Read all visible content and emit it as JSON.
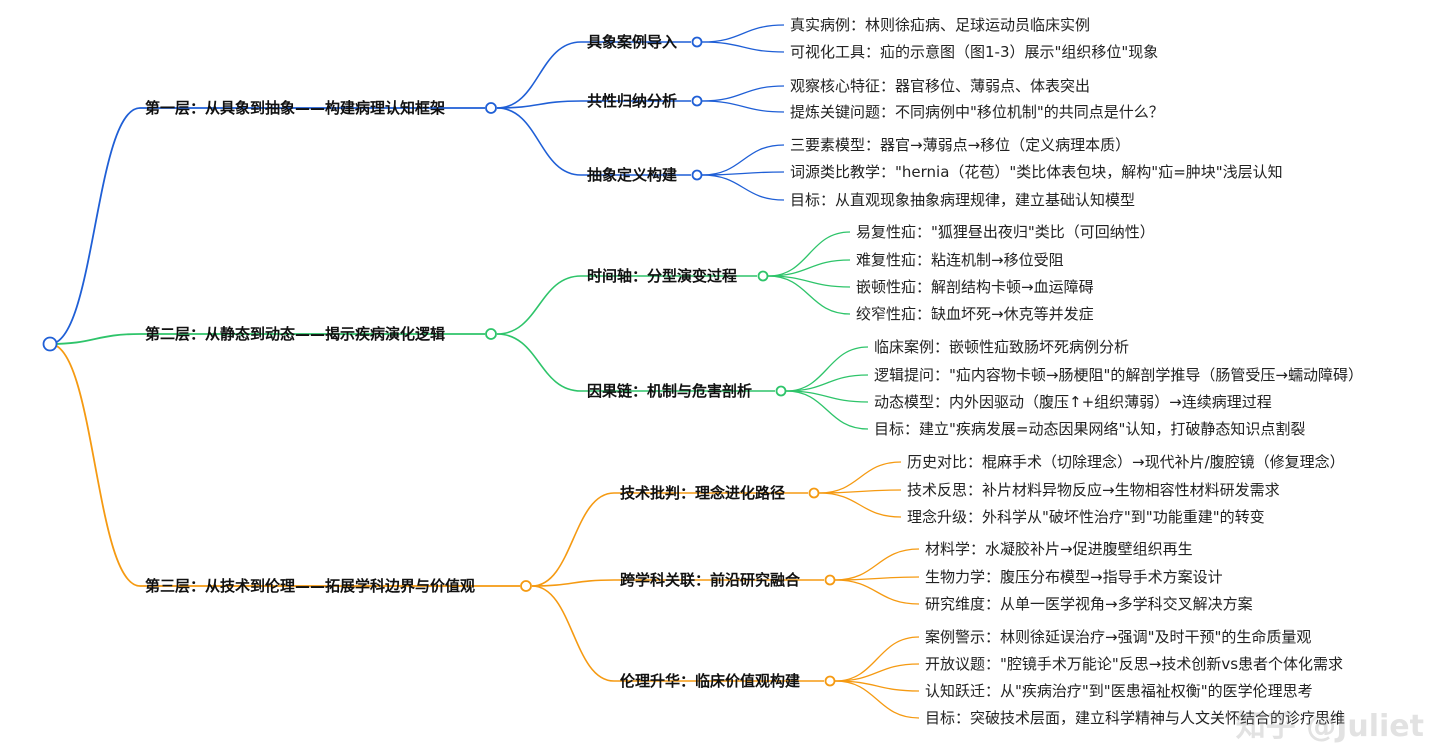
{
  "colors": {
    "l1": "#1f5fd6",
    "l2": "#2ec46a",
    "l3": "#f59a12"
  },
  "layers": [
    {
      "label": "第一层：从具象到抽象——构建病理认知框架",
      "branches": [
        {
          "label": "具象案例导入",
          "leaves": [
            "真实病例：林则徐疝病、足球运动员临床实例",
            "可视化工具：疝的示意图（图1-3）展示\"组织移位\"现象"
          ]
        },
        {
          "label": "共性归纳分析",
          "leaves": [
            "观察核心特征：器官移位、薄弱点、体表突出",
            "提炼关键问题：不同病例中\"移位机制\"的共同点是什么？"
          ]
        },
        {
          "label": "抽象定义构建",
          "leaves": [
            "三要素模型：器官→薄弱点→移位（定义病理本质）",
            "词源类比教学：\"hernia（花苞）\"类比体表包块，解构\"疝=肿块\"浅层认知",
            "目标：从直观现象抽象病理规律，建立基础认知模型"
          ]
        }
      ]
    },
    {
      "label": "第二层：从静态到动态——揭示疾病演化逻辑",
      "branches": [
        {
          "label": "时间轴：分型演变过程",
          "leaves": [
            "易复性疝：\"狐狸昼出夜归\"类比（可回纳性）",
            "难复性疝：粘连机制→移位受阻",
            "嵌顿性疝：解剖结构卡顿→血运障碍",
            "绞窄性疝：缺血坏死→休克等并发症"
          ]
        },
        {
          "label": "因果链：机制与危害剖析",
          "leaves": [
            "临床案例：嵌顿性疝致肠坏死病例分析",
            "逻辑提问：\"疝内容物卡顿→肠梗阻\"的解剖学推导（肠管受压→蠕动障碍）",
            "动态模型：内外因驱动（腹压↑+组织薄弱）→连续病理过程",
            "目标：建立\"疾病发展=动态因果网络\"认知，打破静态知识点割裂"
          ]
        }
      ]
    },
    {
      "label": "第三层：从技术到伦理——拓展学科边界与价值观",
      "branches": [
        {
          "label": "技术批判：理念进化路径",
          "leaves": [
            "历史对比：棍麻手术（切除理念）→现代补片/腹腔镜（修复理念）",
            "技术反思：补片材料异物反应→生物相容性材料研发需求",
            "理念升级：外科学从\"破坏性治疗\"到\"功能重建\"的转变"
          ]
        },
        {
          "label": "跨学科关联：前沿研究融合",
          "leaves": [
            "材料学：水凝胶补片→促进腹壁组织再生",
            "生物力学：腹压分布模型→指导手术方案设计",
            "研究维度：从单一医学视角→多学科交叉解决方案"
          ]
        },
        {
          "label": "伦理升华：临床价值观构建",
          "leaves": [
            "案例警示：林则徐延误治疗→强调\"及时干预\"的生命质量观",
            "开放议题：\"腔镜手术万能论\"反思→技术创新vs患者个体化需求",
            "认知跃迁：从\"疾病治疗\"到\"医患福祉权衡\"的医学伦理思考",
            "目标：突破技术层面，建立科学精神与人文关怀结合的诊疗思维"
          ]
        }
      ]
    }
  ],
  "watermark": "知乎 @Juliet"
}
